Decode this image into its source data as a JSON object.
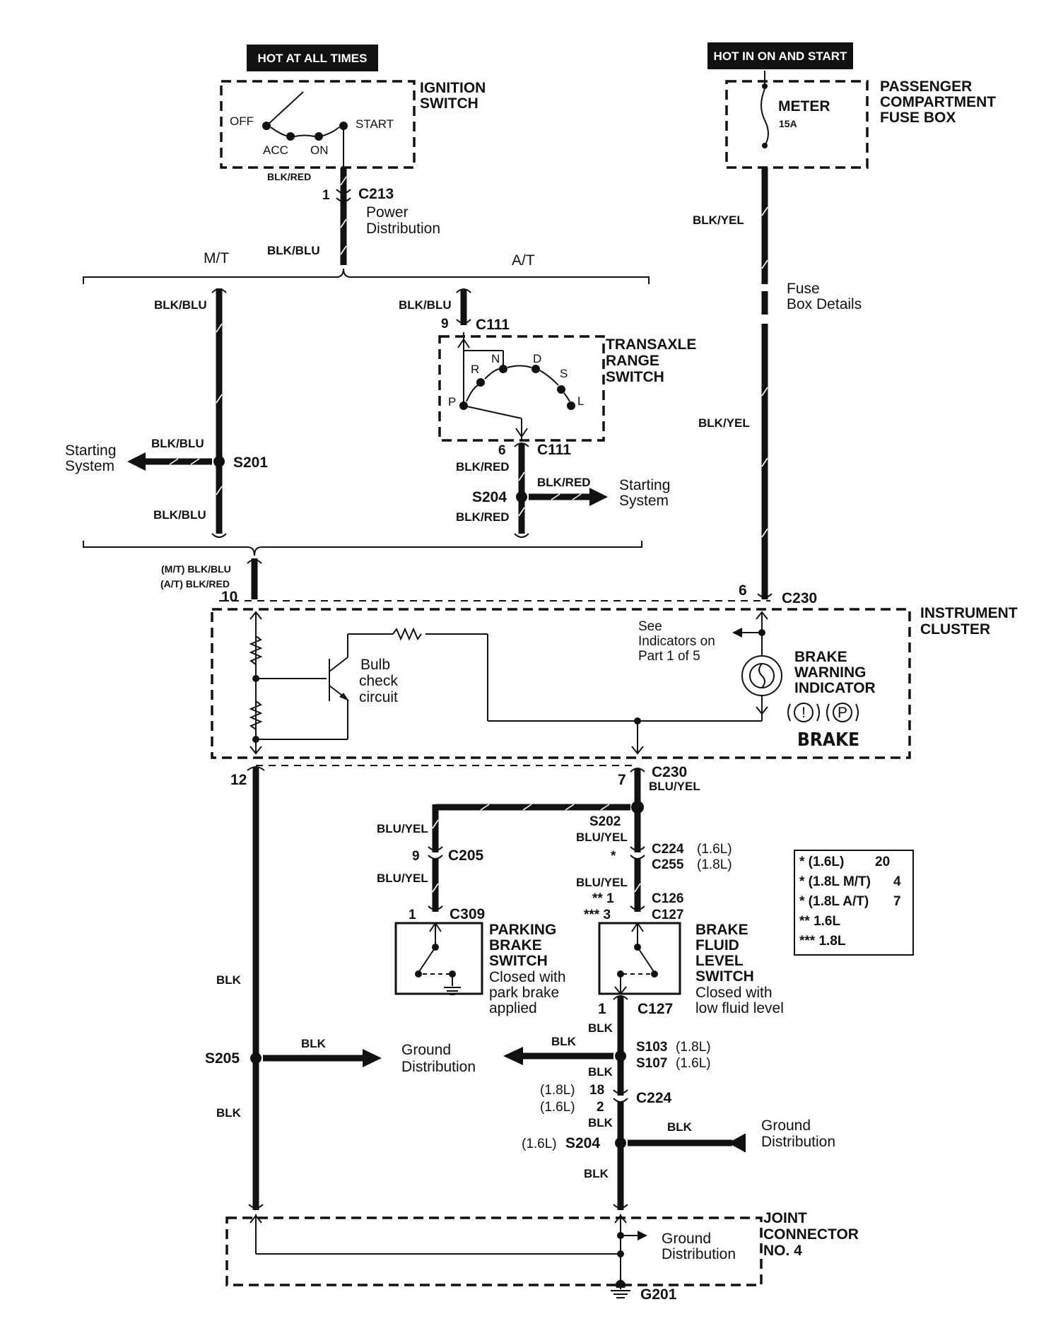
{
  "hot_labels": {
    "hot_at_all_times": "HOT AT ALL TIMES",
    "hot_in_on_start": "HOT IN ON AND START"
  },
  "ignition_switch": {
    "title_1": "IGNITION",
    "title_2": "SWITCH",
    "off": "OFF",
    "acc": "ACC",
    "on": "ON",
    "start": "START"
  },
  "fuse_box": {
    "title_1": "PASSENGER",
    "title_2": "COMPARTMENT",
    "title_3": "FUSE BOX",
    "fuse_name": "METER",
    "fuse_rating": "15A",
    "details_1": "Fuse",
    "details_2": "Box Details"
  },
  "wires": {
    "blk_red_top": "BLK/RED",
    "blk_blu_main": "BLK/BLU",
    "blk_blu_mt_top": "BLK/BLU",
    "blk_blu_s201_in": "BLK/BLU",
    "blk_blu_s201_out": "BLK/BLU",
    "blk_blu_at_top": "BLK/BLU",
    "blk_red_c111": "BLK/RED",
    "blk_red_s204_arrow": "BLK/RED",
    "blk_red_s204_down": "BLK/RED",
    "blk_yel_1": "BLK/YEL",
    "blk_yel_2": "BLK/YEL",
    "mt_blk_blu": "(M/T) BLK/BLU",
    "at_blk_red": "(A/T) BLK/RED",
    "blu_yel_c230": "BLU/YEL",
    "blu_yel_left_1": "BLU/YEL",
    "blu_yel_left_2": "BLU/YEL",
    "blu_yel_right_1": "BLU/YEL",
    "blu_yel_right_2": "BLU/YEL",
    "blk_left_1": "BLK",
    "blk_s205": "BLK",
    "blk_left_2": "BLK",
    "blk_r1": "BLK",
    "blk_r_arrow": "BLK",
    "blk_r2": "BLK",
    "blk_r3": "BLK",
    "blk_ground_r": "BLK",
    "blk_r4": "BLK"
  },
  "connectors": {
    "c213_pin": "1",
    "c213": "C213",
    "power_dist_1": "Power",
    "power_dist_2": "Distribution",
    "c111_top_pin": "9",
    "c111_top": "C111",
    "c111_bot_pin": "6",
    "c111_bot": "C111",
    "c230_pin_10": "10",
    "c230_pin_6": "6",
    "c230_top": "C230",
    "c230_pin_12": "12",
    "c230_pin_7": "7",
    "c230_bot": "C230",
    "c205_pin": "9",
    "c205": "C205",
    "c309_pin": "1",
    "c309": "C309",
    "c224_star": "*",
    "c224_line": "C224",
    "c224_spec": "(1.6L)",
    "c255_line": "C255",
    "c255_spec": "(1.8L)",
    "c126_pin": "** 1",
    "c126": "C126",
    "c127_pin": "*** 3",
    "c127": "C127",
    "c127_bot_pin": "1",
    "c127_bot": "C127",
    "c224b_spec_1": "(1.8L)",
    "c224b_pin_1": "18",
    "c224b_spec_2": "(1.6L)",
    "c224b_pin_2": "2",
    "c224b": "C224"
  },
  "splices": {
    "s201": "S201",
    "s204_top": "S204",
    "s202": "S202",
    "s205": "S205",
    "s103": "S103",
    "s103_spec": "(1.8L)",
    "s107": "S107",
    "s107_spec": "(1.6L)",
    "s204_bot_spec": "(1.6L)",
    "s204_bot": "S204"
  },
  "sections": {
    "mt": "M/T",
    "at": "A/T",
    "starting_system_left_1": "Starting",
    "starting_system_left_2": "System",
    "starting_system_right_1": "Starting",
    "starting_system_right_2": "System"
  },
  "transaxle": {
    "title_1": "TRANSAXLE",
    "title_2": "RANGE",
    "title_3": "SWITCH",
    "p": "P",
    "r": "R",
    "n": "N",
    "d": "D",
    "s": "S",
    "l": "L"
  },
  "cluster": {
    "title_1": "INSTRUMENT",
    "title_2": "CLUSTER",
    "see_1": "See",
    "see_2": "Indicators on",
    "see_3": "Part 1 of 5",
    "bulb_1": "Bulb",
    "bulb_2": "check",
    "bulb_3": "circuit",
    "brake_1": "BRAKE",
    "brake_2": "WARNING",
    "brake_3": "INDICATOR",
    "sym_exclaim": "!",
    "sym_p": "P",
    "brake_word": "BRAKE"
  },
  "parking_brake": {
    "title_1": "PARKING",
    "title_2": "BRAKE",
    "title_3": "SWITCH",
    "note_1": "Closed with",
    "note_2": "park brake",
    "note_3": "applied"
  },
  "brake_fluid": {
    "title_1": "BRAKE",
    "title_2": "FLUID",
    "title_3": "LEVEL",
    "title_4": "SWITCH",
    "note_1": "Closed with",
    "note_2": "low fluid level"
  },
  "legend": {
    "r1_a": "* (1.6L)",
    "r1_b": "20",
    "r2_a": "* (1.8L M/T)",
    "r2_b": "4",
    "r3_a": "* (1.8L A/T)",
    "r3_b": "7",
    "r4": "** 1.6L",
    "r5": "*** 1.8L"
  },
  "ground": {
    "dist_left_1": "Ground",
    "dist_left_2": "Distribution",
    "dist_right_1": "Ground",
    "dist_right_2": "Distribution",
    "dist_joint_1": "Ground",
    "dist_joint_2": "Distribution",
    "g201": "G201"
  },
  "joint_connector": {
    "title_1": "JOINT",
    "title_2": "CONNECTOR",
    "title_3": "NO. 4"
  }
}
